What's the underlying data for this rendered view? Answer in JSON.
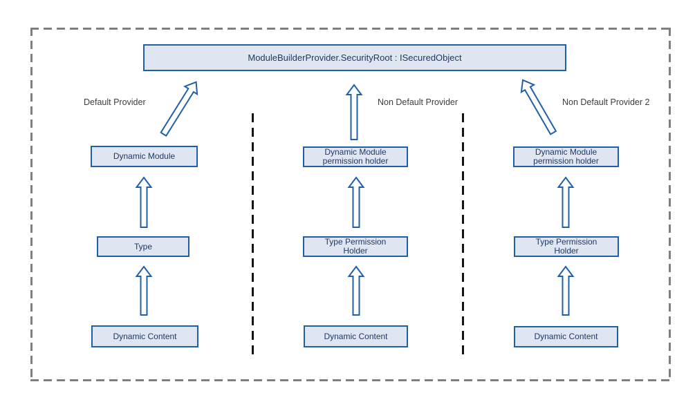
{
  "diagram": {
    "root_label": "ModuleBuilderProvider.SecurityRoot : ISecuredObject",
    "columns": [
      {
        "label": "Default Provider",
        "boxes": [
          "Dynamic Module",
          "Type",
          "Dynamic Content"
        ]
      },
      {
        "label": "Non Default Provider",
        "boxes": [
          "Dynamic Module\npermission holder",
          "Type Permission\nHolder",
          "Dynamic Content"
        ]
      },
      {
        "label": "Non Default Provider 2",
        "boxes": [
          "Dynamic Module\npermission holder",
          "Type Permission\nHolder",
          "Dynamic Content"
        ]
      }
    ],
    "icons": {
      "connector": "hollow-up-arrow"
    },
    "colors": {
      "background": "#ffffff",
      "box_border": "#1f5fa8",
      "box_fill": "#dfe6f1",
      "box_text": "#1f3864",
      "label_text": "#3d3d3d",
      "outer_border": "#7f7f7f",
      "separator": "#141414",
      "arrow_stroke": "#1f5fa8",
      "arrow_fill": "#ffffff"
    }
  }
}
